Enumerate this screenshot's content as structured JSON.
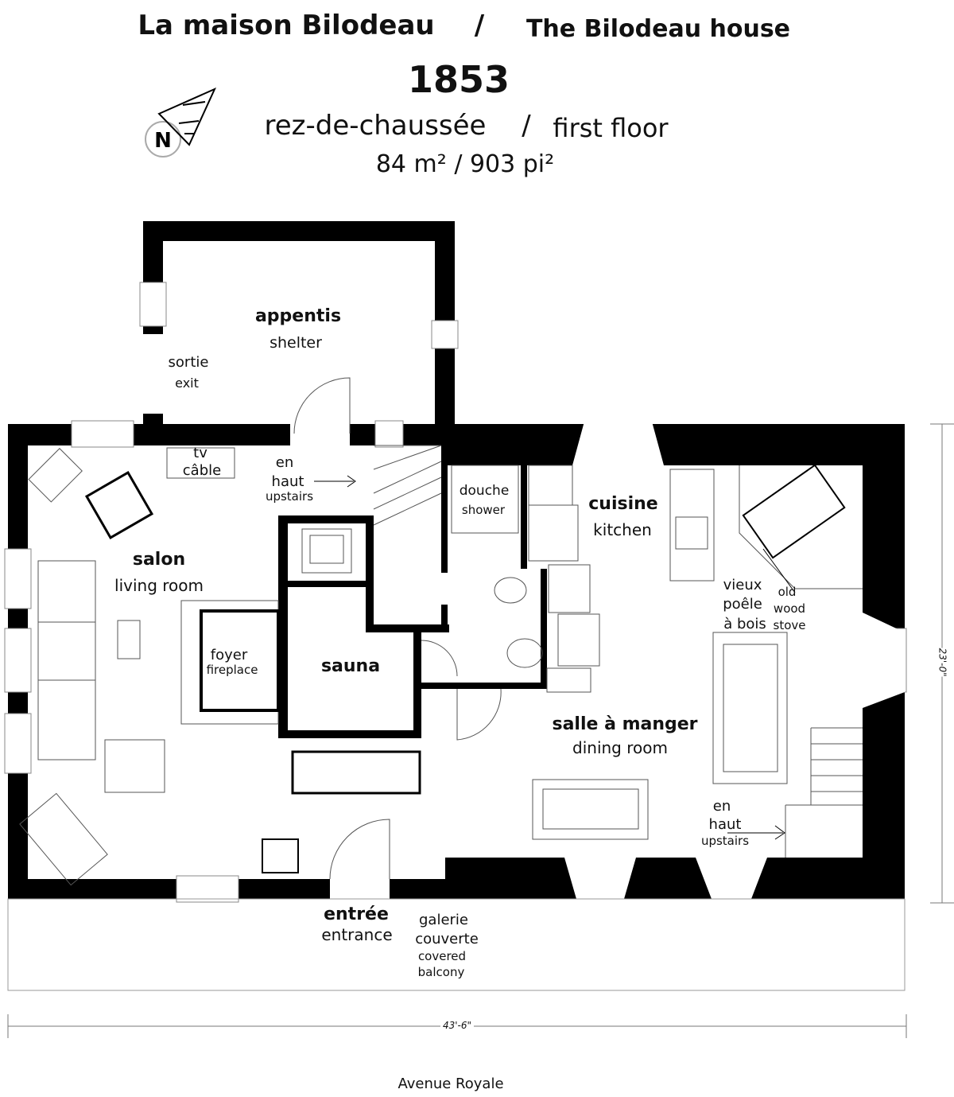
{
  "title": {
    "fr": "La maison Bilodeau",
    "sep": "/",
    "en": "The Bilodeau house"
  },
  "year": "1853",
  "floor": {
    "fr": "rez-de-chaussée",
    "sep": "/",
    "en": "first floor"
  },
  "area": "84 m² / 903 pi²",
  "compass_icon": "north-arrow-icon",
  "rooms": {
    "appentis": {
      "fr": "appentis",
      "en": "shelter"
    },
    "sortie": {
      "fr": "sortie",
      "en": "exit"
    },
    "tv": {
      "line1": "tv",
      "line2": "câble"
    },
    "stairs_left": {
      "fr1": "en",
      "fr2": "haut",
      "en": "upstairs"
    },
    "salon": {
      "fr": "salon",
      "en": "living room"
    },
    "foyer": {
      "fr": "foyer",
      "en": "fireplace"
    },
    "sauna": {
      "fr": "sauna"
    },
    "douche": {
      "fr": "douche",
      "en": "shower"
    },
    "cuisine": {
      "fr": "cuisine",
      "en": "kitchen"
    },
    "stove": {
      "fr1": "vieux",
      "fr2": "poêle",
      "fr3": "à bois",
      "en1": "old",
      "en2": "wood",
      "en3": "stove"
    },
    "salle": {
      "fr": "salle à manger",
      "en": "dining room"
    },
    "stairs_right": {
      "fr1": "en",
      "fr2": "haut",
      "en": "upstairs"
    },
    "entree": {
      "fr": "entrée",
      "en": "entrance"
    },
    "galerie": {
      "fr1": "galerie",
      "fr2": "couverte",
      "en1": "covered",
      "en2": "balcony"
    }
  },
  "dimensions": {
    "width": "43'-6\"",
    "depth": "23'-0\""
  },
  "street": "Avenue Royale"
}
